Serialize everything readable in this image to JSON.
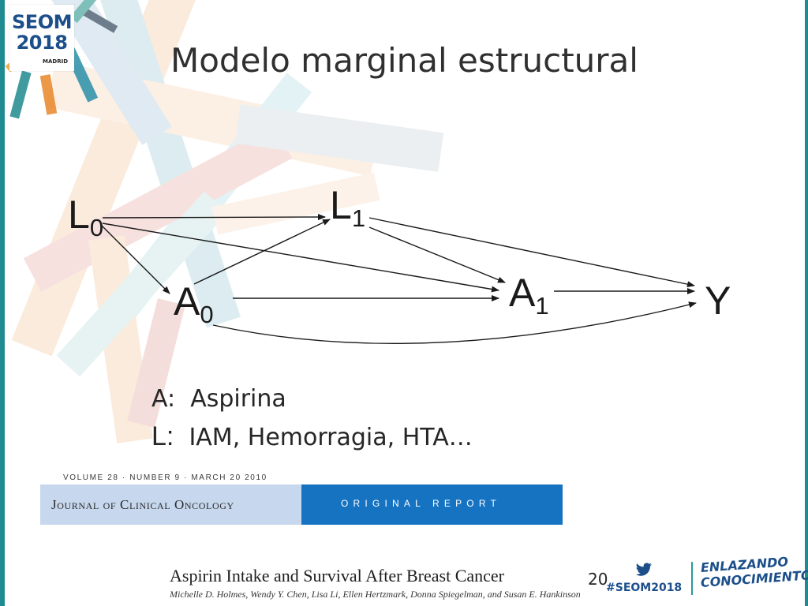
{
  "logo": {
    "line1": "SEOM",
    "line2": "2018",
    "line3": "MADRID"
  },
  "title": "Modelo marginal estructural",
  "diagram": {
    "nodes": [
      {
        "id": "L0",
        "letter": "L",
        "subscript": "0"
      },
      {
        "id": "L1",
        "letter": "L",
        "subscript": "1"
      },
      {
        "id": "A0",
        "letter": "A",
        "subscript": "0"
      },
      {
        "id": "A1",
        "letter": "A",
        "subscript": "1"
      },
      {
        "id": "Y",
        "letter": "Y",
        "subscript": ""
      }
    ],
    "edges": [
      {
        "from": "L0",
        "to": "L1"
      },
      {
        "from": "L0",
        "to": "A0"
      },
      {
        "from": "L0",
        "to": "A1"
      },
      {
        "from": "A0",
        "to": "L1"
      },
      {
        "from": "A0",
        "to": "A1"
      },
      {
        "from": "A0",
        "to": "Y"
      },
      {
        "from": "L1",
        "to": "A1"
      },
      {
        "from": "L1",
        "to": "Y"
      },
      {
        "from": "A1",
        "to": "Y"
      }
    ]
  },
  "legend": {
    "a_key": "A:",
    "a_text": "Aspirina",
    "l_key": "L:",
    "l_text": "IAM,  Hemorragia, HTA…"
  },
  "journal": {
    "meta": "VOLUME 28 · NUMBER 9 · MARCH 20 2010",
    "name": "Journal of Clinical Oncology",
    "report": "ORIGINAL REPORT"
  },
  "article": {
    "title": "Aspirin Intake and Survival After Breast Cancer",
    "authors": "Michelle D. Holmes, Wendy Y. Chen, Lisa Li, Ellen Hertzmark, Donna Spiegelman, and Susan E. Hankinson"
  },
  "footer": {
    "page_number": "20",
    "hashtag": "#SEOM2018",
    "slogan_line1": "ENLAZANDO",
    "slogan_line2": "CONOCIMIENTO"
  },
  "colors": {
    "accent_teal": "#1f8a8f",
    "brand_blue": "#1c4f8a",
    "journal_blue": "#1673c2",
    "journal_light": "#c6d7ee"
  }
}
